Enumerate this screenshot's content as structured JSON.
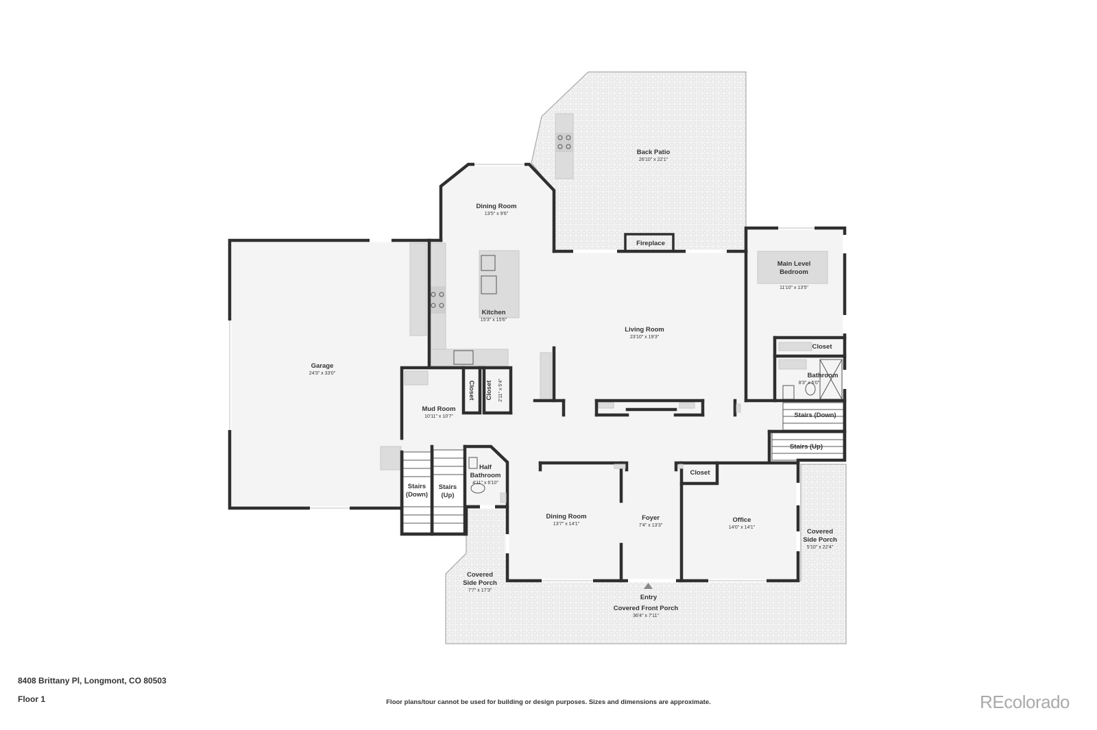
{
  "rooms": {
    "back_patio": {
      "name": "Back Patio",
      "dim": "26'10\" x 22'1\""
    },
    "fireplace": {
      "name": "Fireplace"
    },
    "dining_upper": {
      "name": "Dining Room",
      "dim": "13'5\" x 9'6\""
    },
    "kitchen": {
      "name": "Kitchen",
      "dim": "15'3\" x 15'6\""
    },
    "living": {
      "name": "Living Room",
      "dim": "23'10\" x 19'3\""
    },
    "main_bedroom": {
      "name_l1": "Main Level",
      "name_l2": "Bedroom",
      "dim": "11'10\" x 13'5\""
    },
    "closet_bed": {
      "name": "Closet"
    },
    "bathroom": {
      "name": "Bathroom",
      "dim": "8'3\" x 5'0\""
    },
    "stairs_down_right": {
      "name": "Stairs (Down)"
    },
    "stairs_up_right": {
      "name": "Stairs (Up)"
    },
    "garage": {
      "name": "Garage",
      "dim": "24'3\" x 33'0\""
    },
    "mud_room": {
      "name": "Mud Room",
      "dim": "10'11\" x 10'7\""
    },
    "closet_mud": {
      "name": "Closet"
    },
    "closet_small": {
      "name": "Closet",
      "dim": "2'11\" x 5'4\""
    },
    "stairs_down_left": {
      "name_l1": "Stairs",
      "name_l2": "(Down)"
    },
    "stairs_up_left": {
      "name_l1": "Stairs",
      "name_l2": "(Up)"
    },
    "half_bath": {
      "name_l1": "Half",
      "name_l2": "Bathroom",
      "dim": "4'11\" x 6'10\""
    },
    "dining_lower": {
      "name": "Dining Room",
      "dim": "13'7\" x 14'1\""
    },
    "foyer": {
      "name": "Foyer",
      "dim": "7'4\" x 13'3\""
    },
    "closet_office": {
      "name": "Closet"
    },
    "office": {
      "name": "Office",
      "dim": "14'0\" x 14'1\""
    },
    "side_porch_right": {
      "name_l1": "Covered",
      "name_l2": "Side Porch",
      "dim": "5'10\" x 22'4\""
    },
    "side_porch_left": {
      "name_l1": "Covered",
      "name_l2": "Side Porch",
      "dim": "7'7\" x 17'3\""
    },
    "entry": {
      "name": "Entry"
    },
    "front_porch": {
      "name": "Covered Front Porch",
      "dim": "36'4\" x 7'11\""
    }
  },
  "footer": {
    "address": "8408 Brittany Pl, Longmont, CO 80503",
    "floor": "Floor 1",
    "disclaimer": "Floor plans/tour cannot be used for building or design purposes. Sizes and dimensions are approximate.",
    "brand": "REcolorado"
  }
}
